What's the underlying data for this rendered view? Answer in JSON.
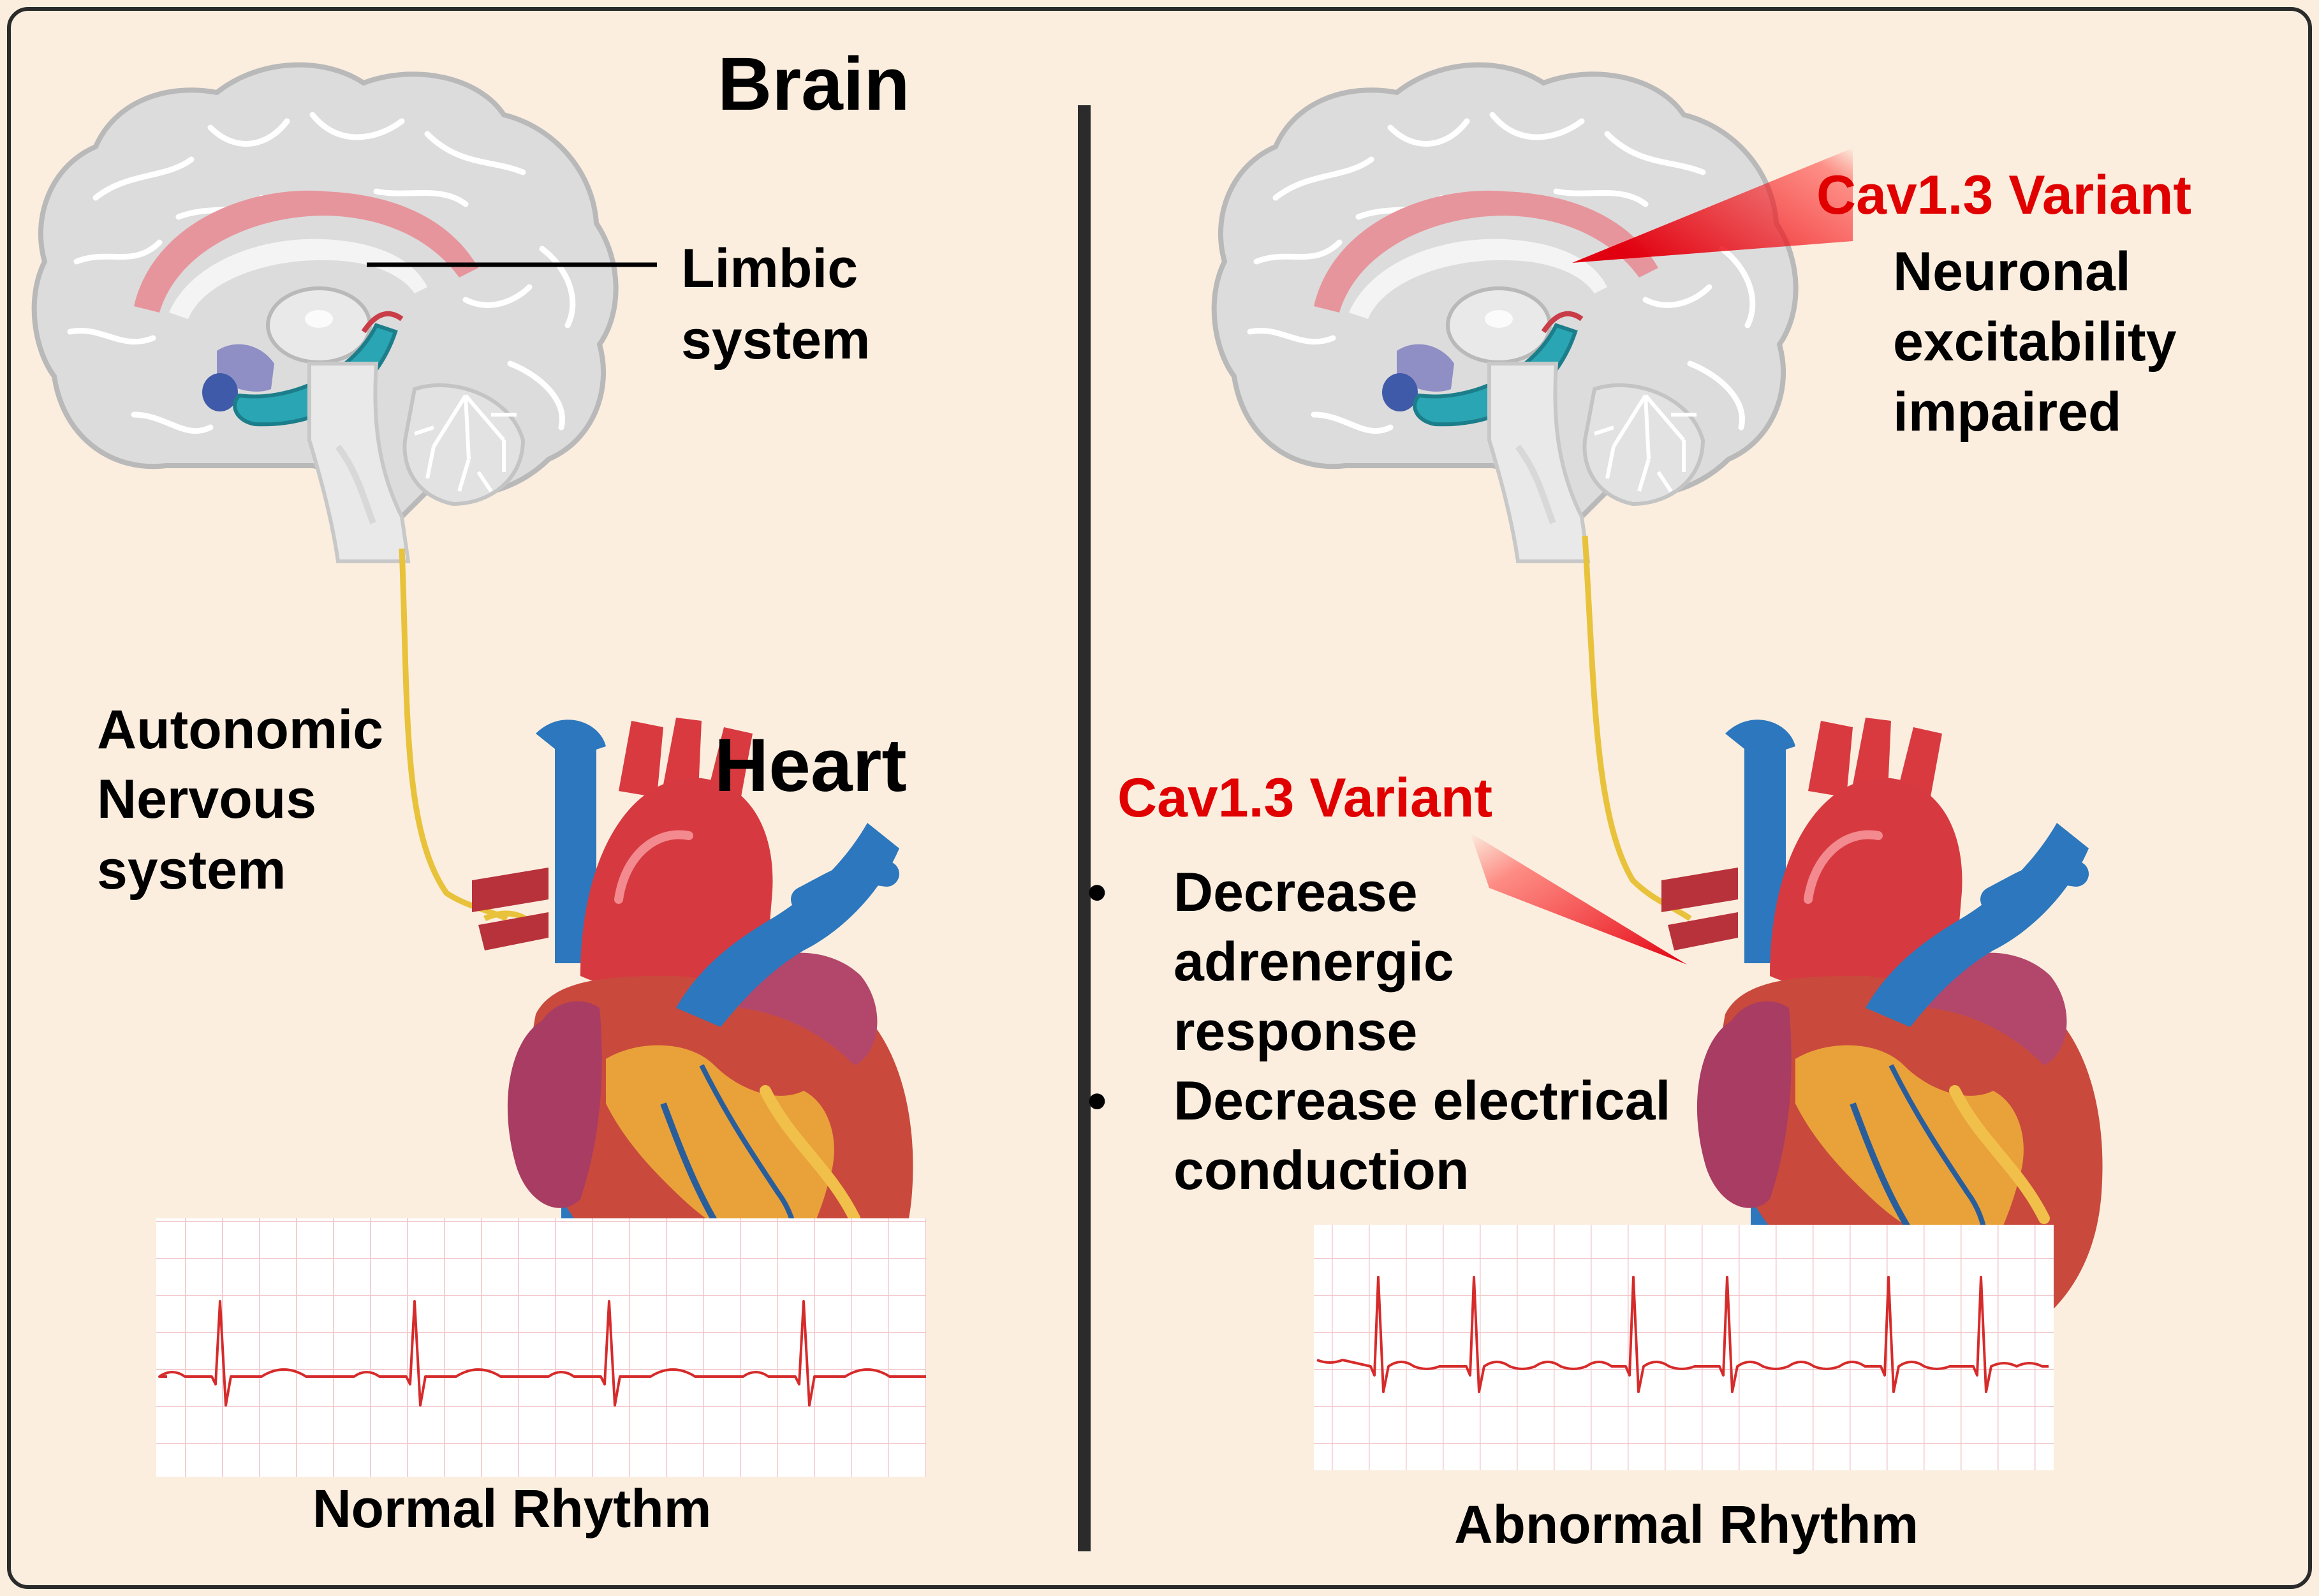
{
  "colors": {
    "background": "#fbeedf",
    "frame": "#2b2b2b",
    "divider": "#2b2b2b",
    "variant_text": "#e00000",
    "ecg_trace": "#d62b2b",
    "ecg_grid": "#f2c9cc",
    "nerve": "#e8c23a",
    "limbic": "#27a6b5"
  },
  "icons": [
    "brain-illustration",
    "heart-illustration",
    "ecg-strip",
    "nerve-fiber",
    "variant-highlight-beam"
  ],
  "left_panel": {
    "brain_title": "Brain",
    "limbic_label_line1": "Limbic",
    "limbic_label_line2": "system",
    "ans_label_line1": "Autonomic",
    "ans_label_line2": "Nervous",
    "ans_label_line3": "system",
    "heart_title": "Heart",
    "ecg_caption": "Normal Rhythm"
  },
  "right_panel": {
    "brain_variant_label": "Cav1.3 Variant",
    "brain_effect_line1": "Neuronal",
    "brain_effect_line2": "excitability",
    "brain_effect_line3": "impaired",
    "heart_variant_label": "Cav1.3 Variant",
    "bullet_symbol": "•",
    "bullets": [
      [
        "Decrease",
        "adrenergic",
        "response"
      ],
      [
        "Decrease electrical",
        "conduction"
      ]
    ],
    "ecg_caption": "Abnormal Rhythm"
  }
}
